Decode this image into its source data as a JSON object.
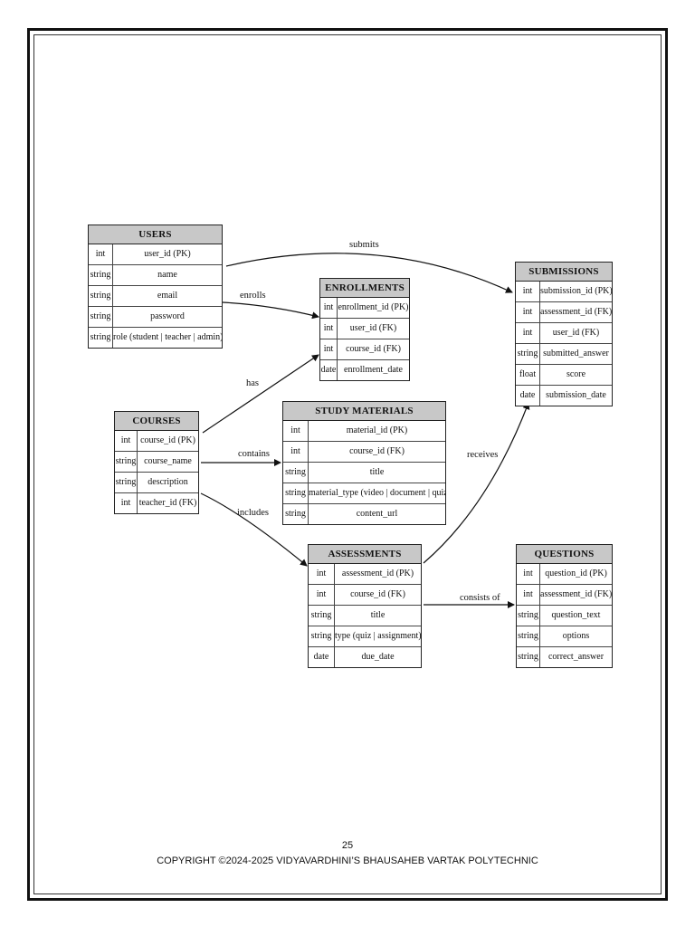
{
  "entities": {
    "users": {
      "title": "USERS",
      "rows": [
        {
          "type": "int",
          "name": "user_id (PK)"
        },
        {
          "type": "string",
          "name": "name"
        },
        {
          "type": "string",
          "name": "email"
        },
        {
          "type": "string",
          "name": "password"
        },
        {
          "type": "string",
          "name": "role (student | teacher | admin)"
        }
      ]
    },
    "enrollments": {
      "title": "ENROLLMENTS",
      "rows": [
        {
          "type": "int",
          "name": "enrollment_id (PK)"
        },
        {
          "type": "int",
          "name": "user_id (FK)"
        },
        {
          "type": "int",
          "name": "course_id (FK)"
        },
        {
          "type": "date",
          "name": "enrollment_date"
        }
      ]
    },
    "submissions": {
      "title": "SUBMISSIONS",
      "rows": [
        {
          "type": "int",
          "name": "submission_id (PK)"
        },
        {
          "type": "int",
          "name": "assessment_id (FK)"
        },
        {
          "type": "int",
          "name": "user_id (FK)"
        },
        {
          "type": "string",
          "name": "submitted_answer"
        },
        {
          "type": "float",
          "name": "score"
        },
        {
          "type": "date",
          "name": "submission_date"
        }
      ]
    },
    "courses": {
      "title": "COURSES",
      "rows": [
        {
          "type": "int",
          "name": "course_id (PK)"
        },
        {
          "type": "string",
          "name": "course_name"
        },
        {
          "type": "string",
          "name": "description"
        },
        {
          "type": "int",
          "name": "teacher_id (FK)"
        }
      ]
    },
    "study_materials": {
      "title": "STUDY MATERIALS",
      "rows": [
        {
          "type": "int",
          "name": "material_id (PK)"
        },
        {
          "type": "int",
          "name": "course_id (FK)"
        },
        {
          "type": "string",
          "name": "title"
        },
        {
          "type": "string",
          "name": "material_type (video | document | quiz)"
        },
        {
          "type": "string",
          "name": "content_url"
        }
      ]
    },
    "assessments": {
      "title": "ASSESSMENTS",
      "rows": [
        {
          "type": "int",
          "name": "assessment_id (PK)"
        },
        {
          "type": "int",
          "name": "course_id (FK)"
        },
        {
          "type": "string",
          "name": "title"
        },
        {
          "type": "string",
          "name": "type (quiz | assignment)"
        },
        {
          "type": "date",
          "name": "due_date"
        }
      ]
    },
    "questions": {
      "title": "QUESTIONS",
      "rows": [
        {
          "type": "int",
          "name": "question_id (PK)"
        },
        {
          "type": "int",
          "name": "assessment_id (FK)"
        },
        {
          "type": "string",
          "name": "question_text"
        },
        {
          "type": "string",
          "name": "options"
        },
        {
          "type": "string",
          "name": "correct_answer"
        }
      ]
    }
  },
  "relations": {
    "submits": "submits",
    "enrolls": "enrolls",
    "has": "has",
    "contains": "contains",
    "includes": "includes",
    "receives": "receives",
    "consists_of": "consists of"
  },
  "footer": {
    "page_number": "25",
    "copyright": "COPYRIGHT ©2024-2025 VIDYAVARDHINI’S BHAUSAHEB VARTAK POLYTECHNIC"
  }
}
